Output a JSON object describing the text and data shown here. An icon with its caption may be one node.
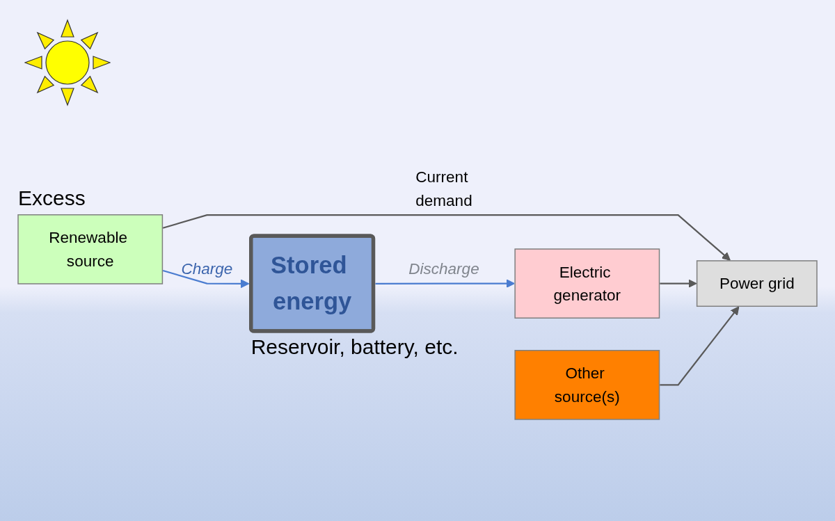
{
  "diagram": {
    "nodes": [
      {
        "text": [
          "Renewable source"
        ],
        "beside": [
          "Excess"
        ]
      },
      {
        "text": [
          "Stored energy"
        ],
        "beside": [
          "Reservoir, battery, etc."
        ]
      },
      {
        "text": [
          "Electric generator"
        ]
      },
      {
        "text": [
          "Power grid"
        ]
      },
      {
        "text": [
          "Other source(s)"
        ]
      }
    ],
    "edges": [
      {
        "from": 0,
        "to": 1,
        "arrow": "to",
        "label": "Charge",
        "color": "#4a7cd0"
      },
      {
        "from": 1,
        "to": 2,
        "arrow": "to",
        "label": "Discharge",
        "color": "#4a7cd0"
      },
      {
        "from": 0,
        "to": 3,
        "arrow": "to",
        "label": "Current demand"
      },
      {
        "from": 2,
        "to": 3,
        "arrow": "to"
      },
      {
        "from": 4,
        "to": 3,
        "arrow": "to"
      }
    ]
  }
}
